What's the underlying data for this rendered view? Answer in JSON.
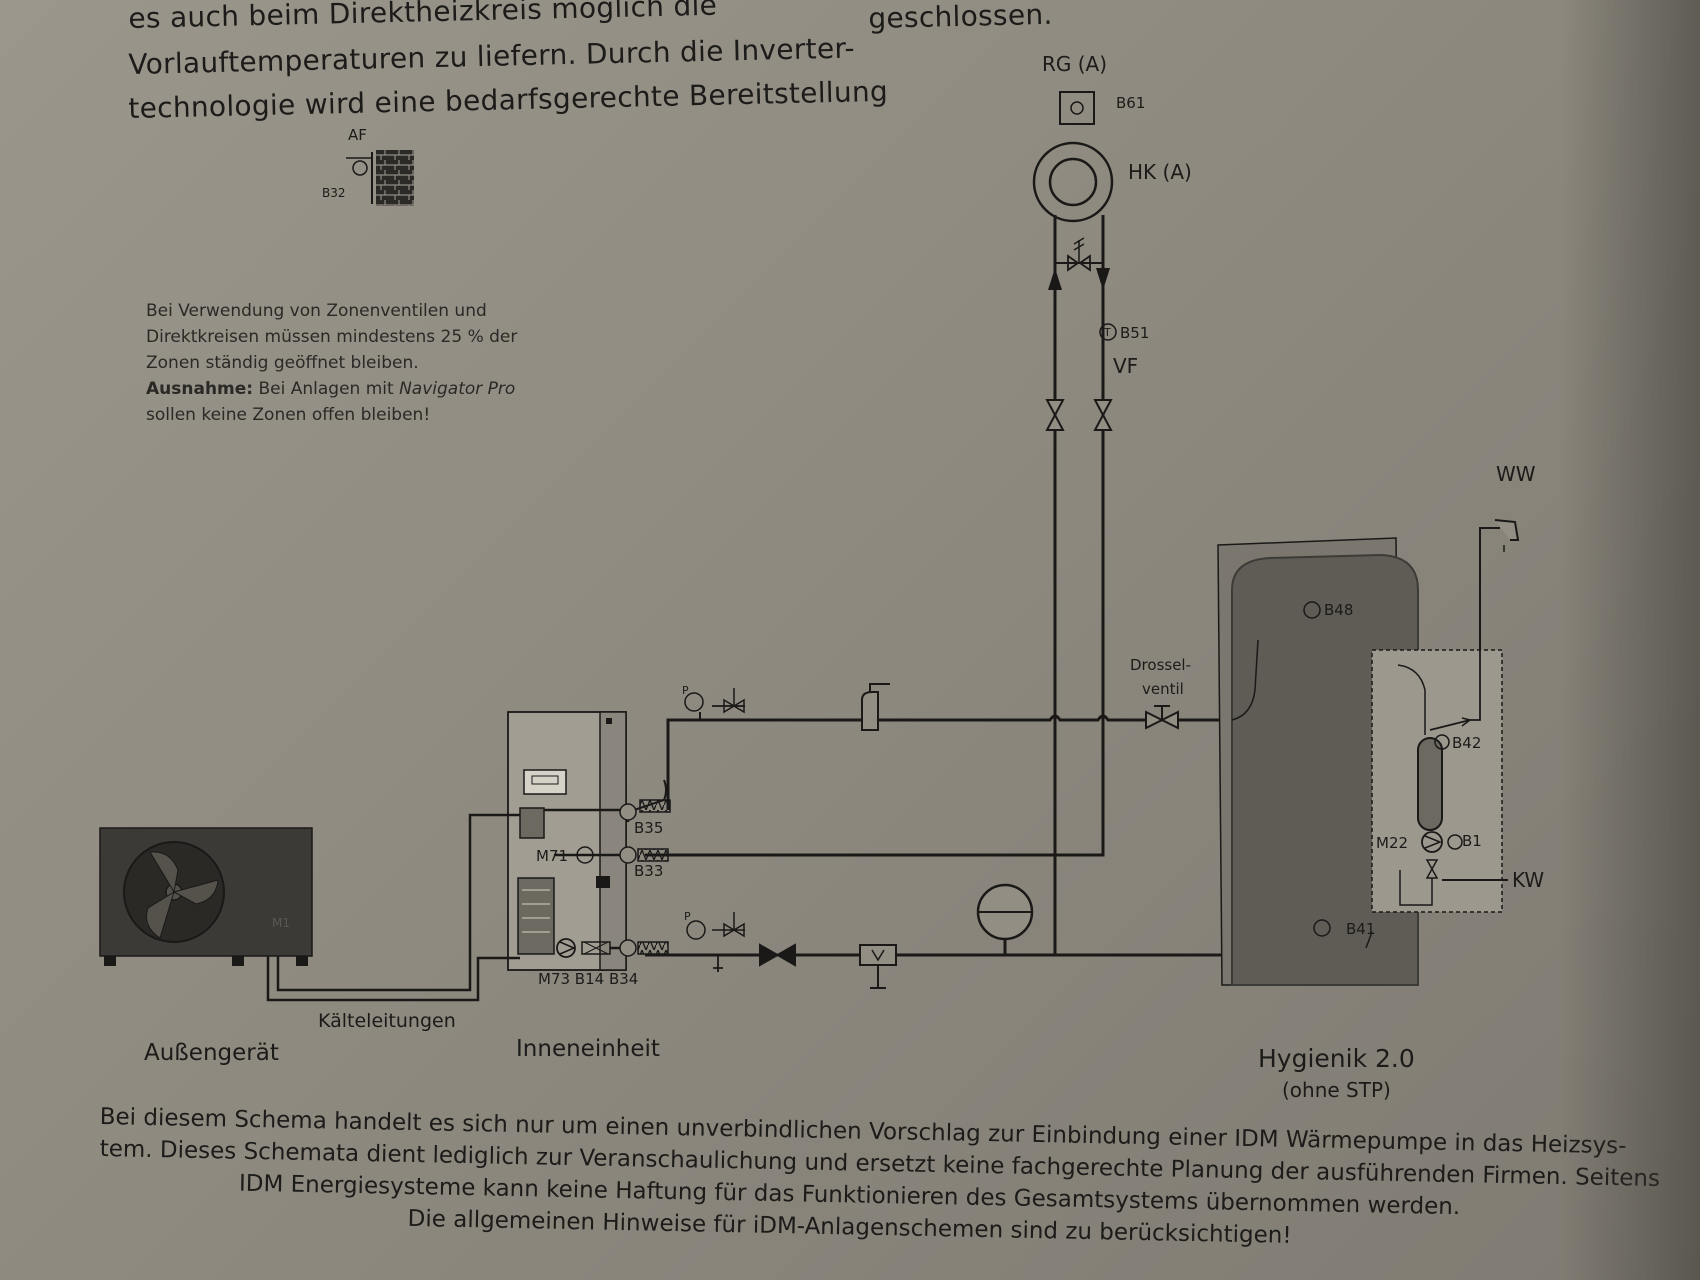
{
  "header_text": {
    "line1": "es auch beim Direktheizkreis möglich die",
    "line2": "Vorlauftemperaturen zu liefern. Durch die Inverter-",
    "line3": "technologie wird eine bedarfsgerechte Bereitstellung",
    "right": "geschlossen."
  },
  "note": {
    "line1": "Bei Verwendung von Zonenventilen und",
    "line2": "Direktkreisen müssen mindestens 25 % der",
    "line3": "Zonen ständig geöffnet bleiben.",
    "exception_label": "Ausnahme:",
    "exception_text_a": "Bei Anlagen mit",
    "exception_brand": "Navigator Pro",
    "line5": "sollen keine Zonen offen bleiben!"
  },
  "labels": {
    "af": "AF",
    "b32": "B32",
    "rg": "RG (A)",
    "b61": "B61",
    "hk": "HK (A)",
    "b51": "B51",
    "vf": "VF",
    "ww": "WW",
    "kw": "KW",
    "b48": "B48",
    "b42": "B42",
    "m22": "M22",
    "b1": "B1",
    "b41": "B41",
    "drossel1": "Drossel-",
    "drossel2": "ventil",
    "b35": "B35",
    "m71": "M71",
    "b33": "B33",
    "bottom_codes": "M73  B14  B34",
    "m1": "M1",
    "p1": "P",
    "p2": "P",
    "t": "T",
    "kaelteleitungen": "Kälteleitungen",
    "aussengeraet": "Außengerät",
    "inneneinheit": "Inneneinheit",
    "hygienik": "Hygienik 2.0",
    "ohne_stp": "(ohne STP)"
  },
  "disclaimer": {
    "line1": "Bei diesem Schema handelt es sich nur um einen unverbindlichen Vorschlag zur Einbindung einer IDM Wärmepumpe in das Heizsys-",
    "line2": "tem. Dieses Schemata dient lediglich zur Veranschaulichung und ersetzt keine fachgerechte Planung der ausführenden Firmen. Seitens",
    "line3": "IDM Energiesysteme kann keine Haftung für das Funktionieren des Gesamtsystems übernommen werden.",
    "line4": "Die allgemeinen Hinweise für iDM-Anlagenschemen sind zu berücksichtigen!"
  },
  "colors": {
    "line": "#1a1918",
    "tank": "#5f5c55",
    "paper": "#928e84"
  }
}
